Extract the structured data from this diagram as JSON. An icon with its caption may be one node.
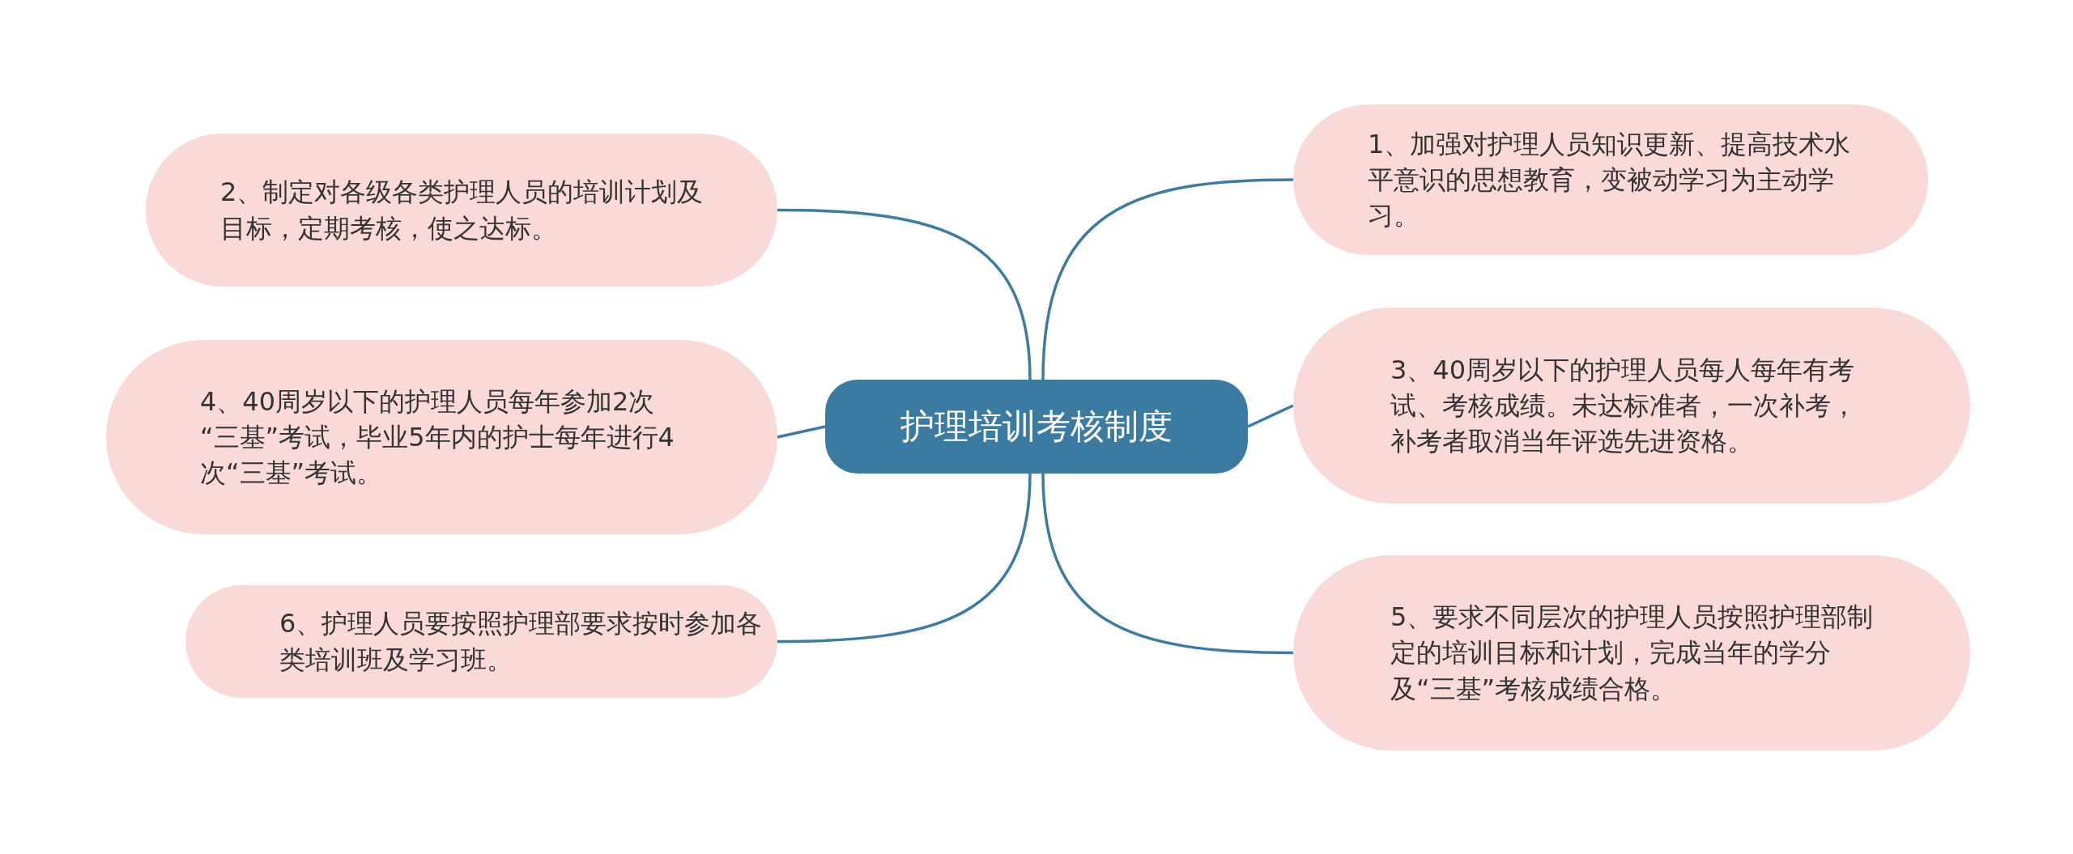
{
  "diagram": {
    "nodes": [
      {
        "text": [
          "护理培训考核制度"
        ]
      },
      {
        "text": [
          "1、加强对护理人员知识更新、提高技术水平意识的思想教育，变被动学习为主动学习。"
        ]
      },
      {
        "text": [
          "2、制定对各级各类护理人员的培训计划及目标，定期考核，使之达标。"
        ]
      },
      {
        "text": [
          "3、40周岁以下的护理人员每人每年有考试、考核成绩。未达标准者，一次补考，补考者取消当年评选先进资格。"
        ]
      },
      {
        "text": [
          "4、40周岁以下的护理人员每年参加2次 “三基”考试，毕业5年内的护士每年进行4次“三基”考试。"
        ]
      },
      {
        "text": [
          "5、要求不同层次的护理人员按照护理部制定的培训目标和计划，完成当年的学分及“三基”考核成绩合格。"
        ]
      },
      {
        "text": [
          "6、护理人员要按照护理部要求按时参加各类培训班及学习班。"
        ]
      }
    ],
    "edges": [
      {
        "from": 0,
        "to": 1,
        "arrow": "none"
      },
      {
        "from": 0,
        "to": 2,
        "arrow": "none"
      },
      {
        "from": 0,
        "to": 3,
        "arrow": "none"
      },
      {
        "from": 0,
        "to": 4,
        "arrow": "none"
      },
      {
        "from": 0,
        "to": 5,
        "arrow": "none"
      },
      {
        "from": 0,
        "to": 6,
        "arrow": "none"
      }
    ]
  }
}
